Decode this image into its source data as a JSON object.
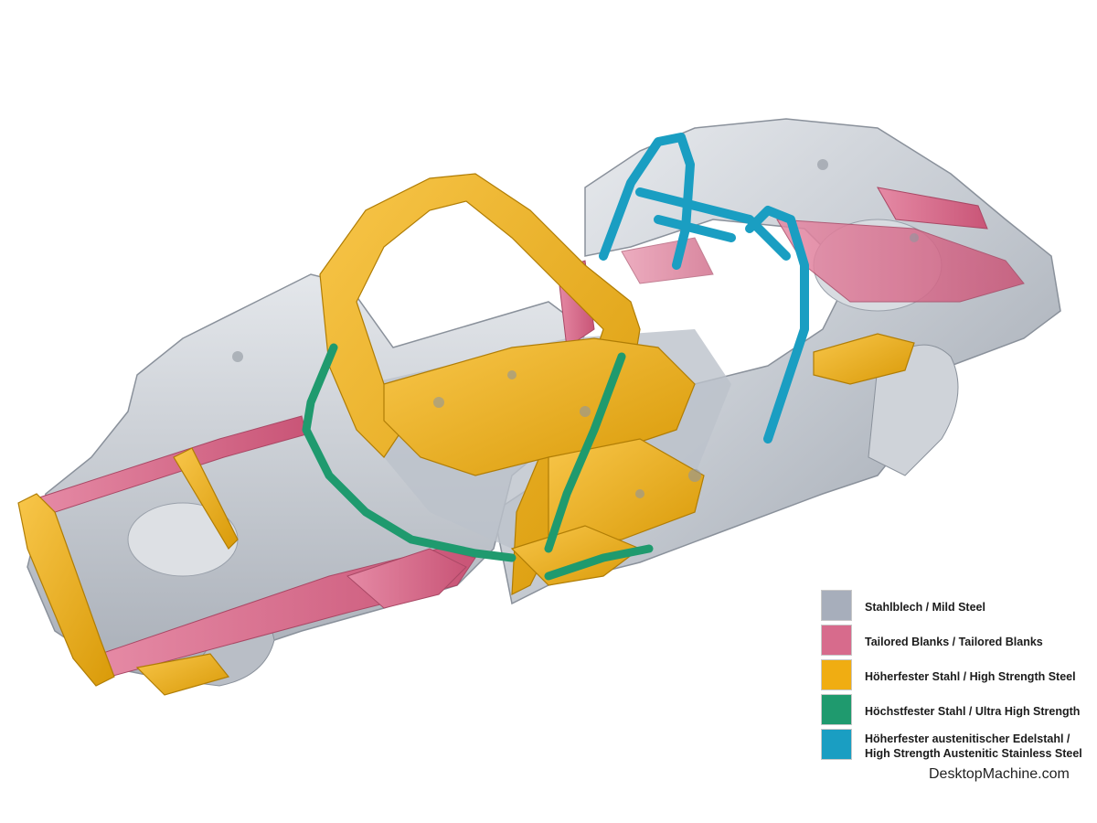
{
  "colors": {
    "mild_steel": "#a7aebb",
    "tailored_blanks": "#d76b8c",
    "high_strength": "#f0ad12",
    "ultra_high_strength": "#1f9a6e",
    "stainless": "#1a9ec2"
  },
  "legend": {
    "items": [
      {
        "label_1": "Stahlblech / Mild Steel",
        "color": "#a7aebb"
      },
      {
        "label_1": "Tailored Blanks / Tailored Blanks",
        "color": "#d76b8c"
      },
      {
        "label_1": "Höherfester Stahl / High Strength Steel",
        "color": "#f0ad12"
      },
      {
        "label_1": "Höchstfester Stahl / Ultra High Strength",
        "color": "#1f9a6e"
      },
      {
        "label_1": "Höherfester austenitischer Edelstahl /",
        "label_2": "High Strength Austenitic Stainless Steel",
        "color": "#1a9ec2"
      }
    ]
  },
  "watermark": "DesktopMachine.com"
}
